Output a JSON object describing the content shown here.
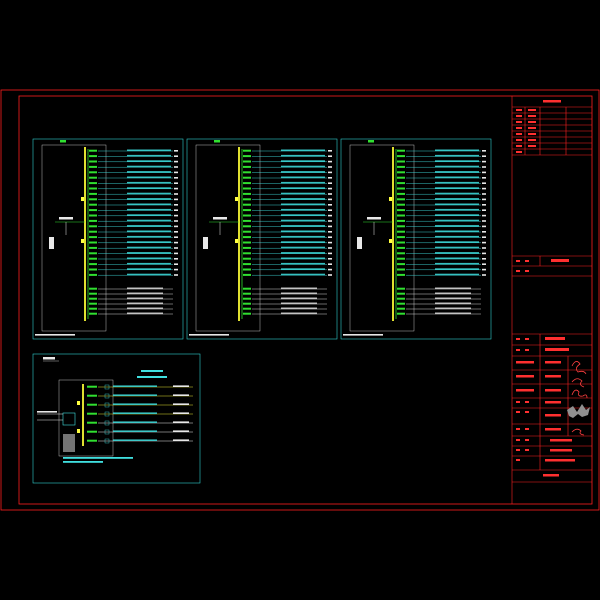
{
  "drawing": {
    "line_colors": {
      "border": "#ff2020",
      "panel_frame": "#30d0d0",
      "busbar": "#e0e030",
      "circuit": "#40e0e0",
      "label": "#30e030",
      "text_white": "#e8e8e8",
      "device": "#ffff40"
    },
    "panels": [
      {
        "id": "panel-1",
        "circuits_upper": 24,
        "circuits_lower": 6
      },
      {
        "id": "panel-2",
        "circuits_upper": 24,
        "circuits_lower": 6
      },
      {
        "id": "panel-3",
        "circuits_upper": 24,
        "circuits_lower": 6
      }
    ],
    "detail_panel": {
      "circuits": 7
    },
    "title_block": {
      "stamps": [
        "signature-1",
        "signature-2",
        "signature-3",
        "signature-4"
      ]
    }
  }
}
